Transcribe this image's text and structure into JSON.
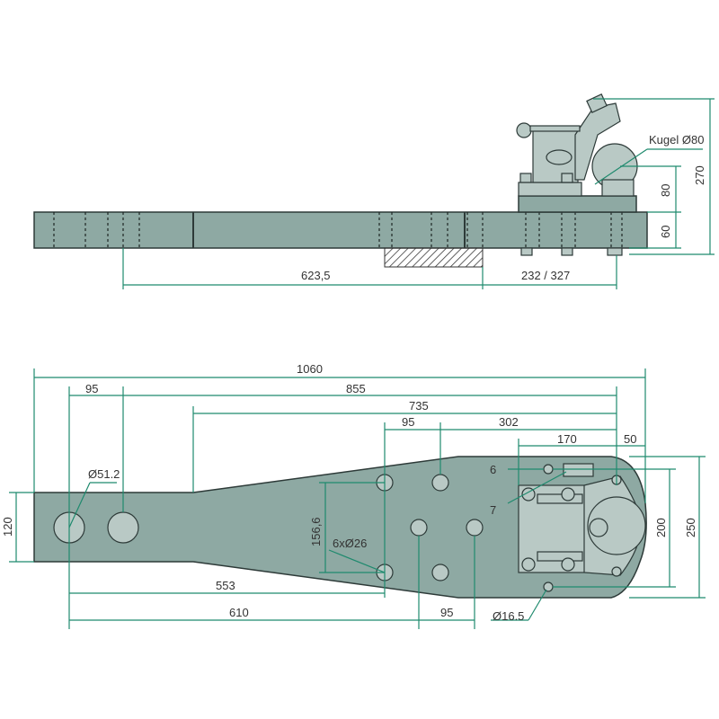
{
  "colors": {
    "body": "#8ea9a3",
    "dimension": "#1f8a6e"
  },
  "top_view": {
    "ball_label": "Kugel Ø80",
    "dims": {
      "length": "623,5",
      "offset": "232 / 327",
      "height_total": "270",
      "ball_height": "80",
      "bar_height": "60"
    }
  },
  "plan_view": {
    "dims": {
      "total": "1060",
      "d855": "855",
      "d735": "735",
      "d95_top": "95",
      "d95_mid": "95",
      "d302": "302",
      "d170": "170",
      "d50": "50",
      "d553": "553",
      "d610": "610",
      "d95_bottom": "95",
      "width_left": "120",
      "hole_spacing": "156,6",
      "d200": "200",
      "d250": "250"
    },
    "labels": {
      "big_hole": "Ø51.2",
      "bolt_holes": "6xØ26",
      "item6": "6",
      "item7": "7",
      "small_hole": "Ø16.5"
    }
  }
}
